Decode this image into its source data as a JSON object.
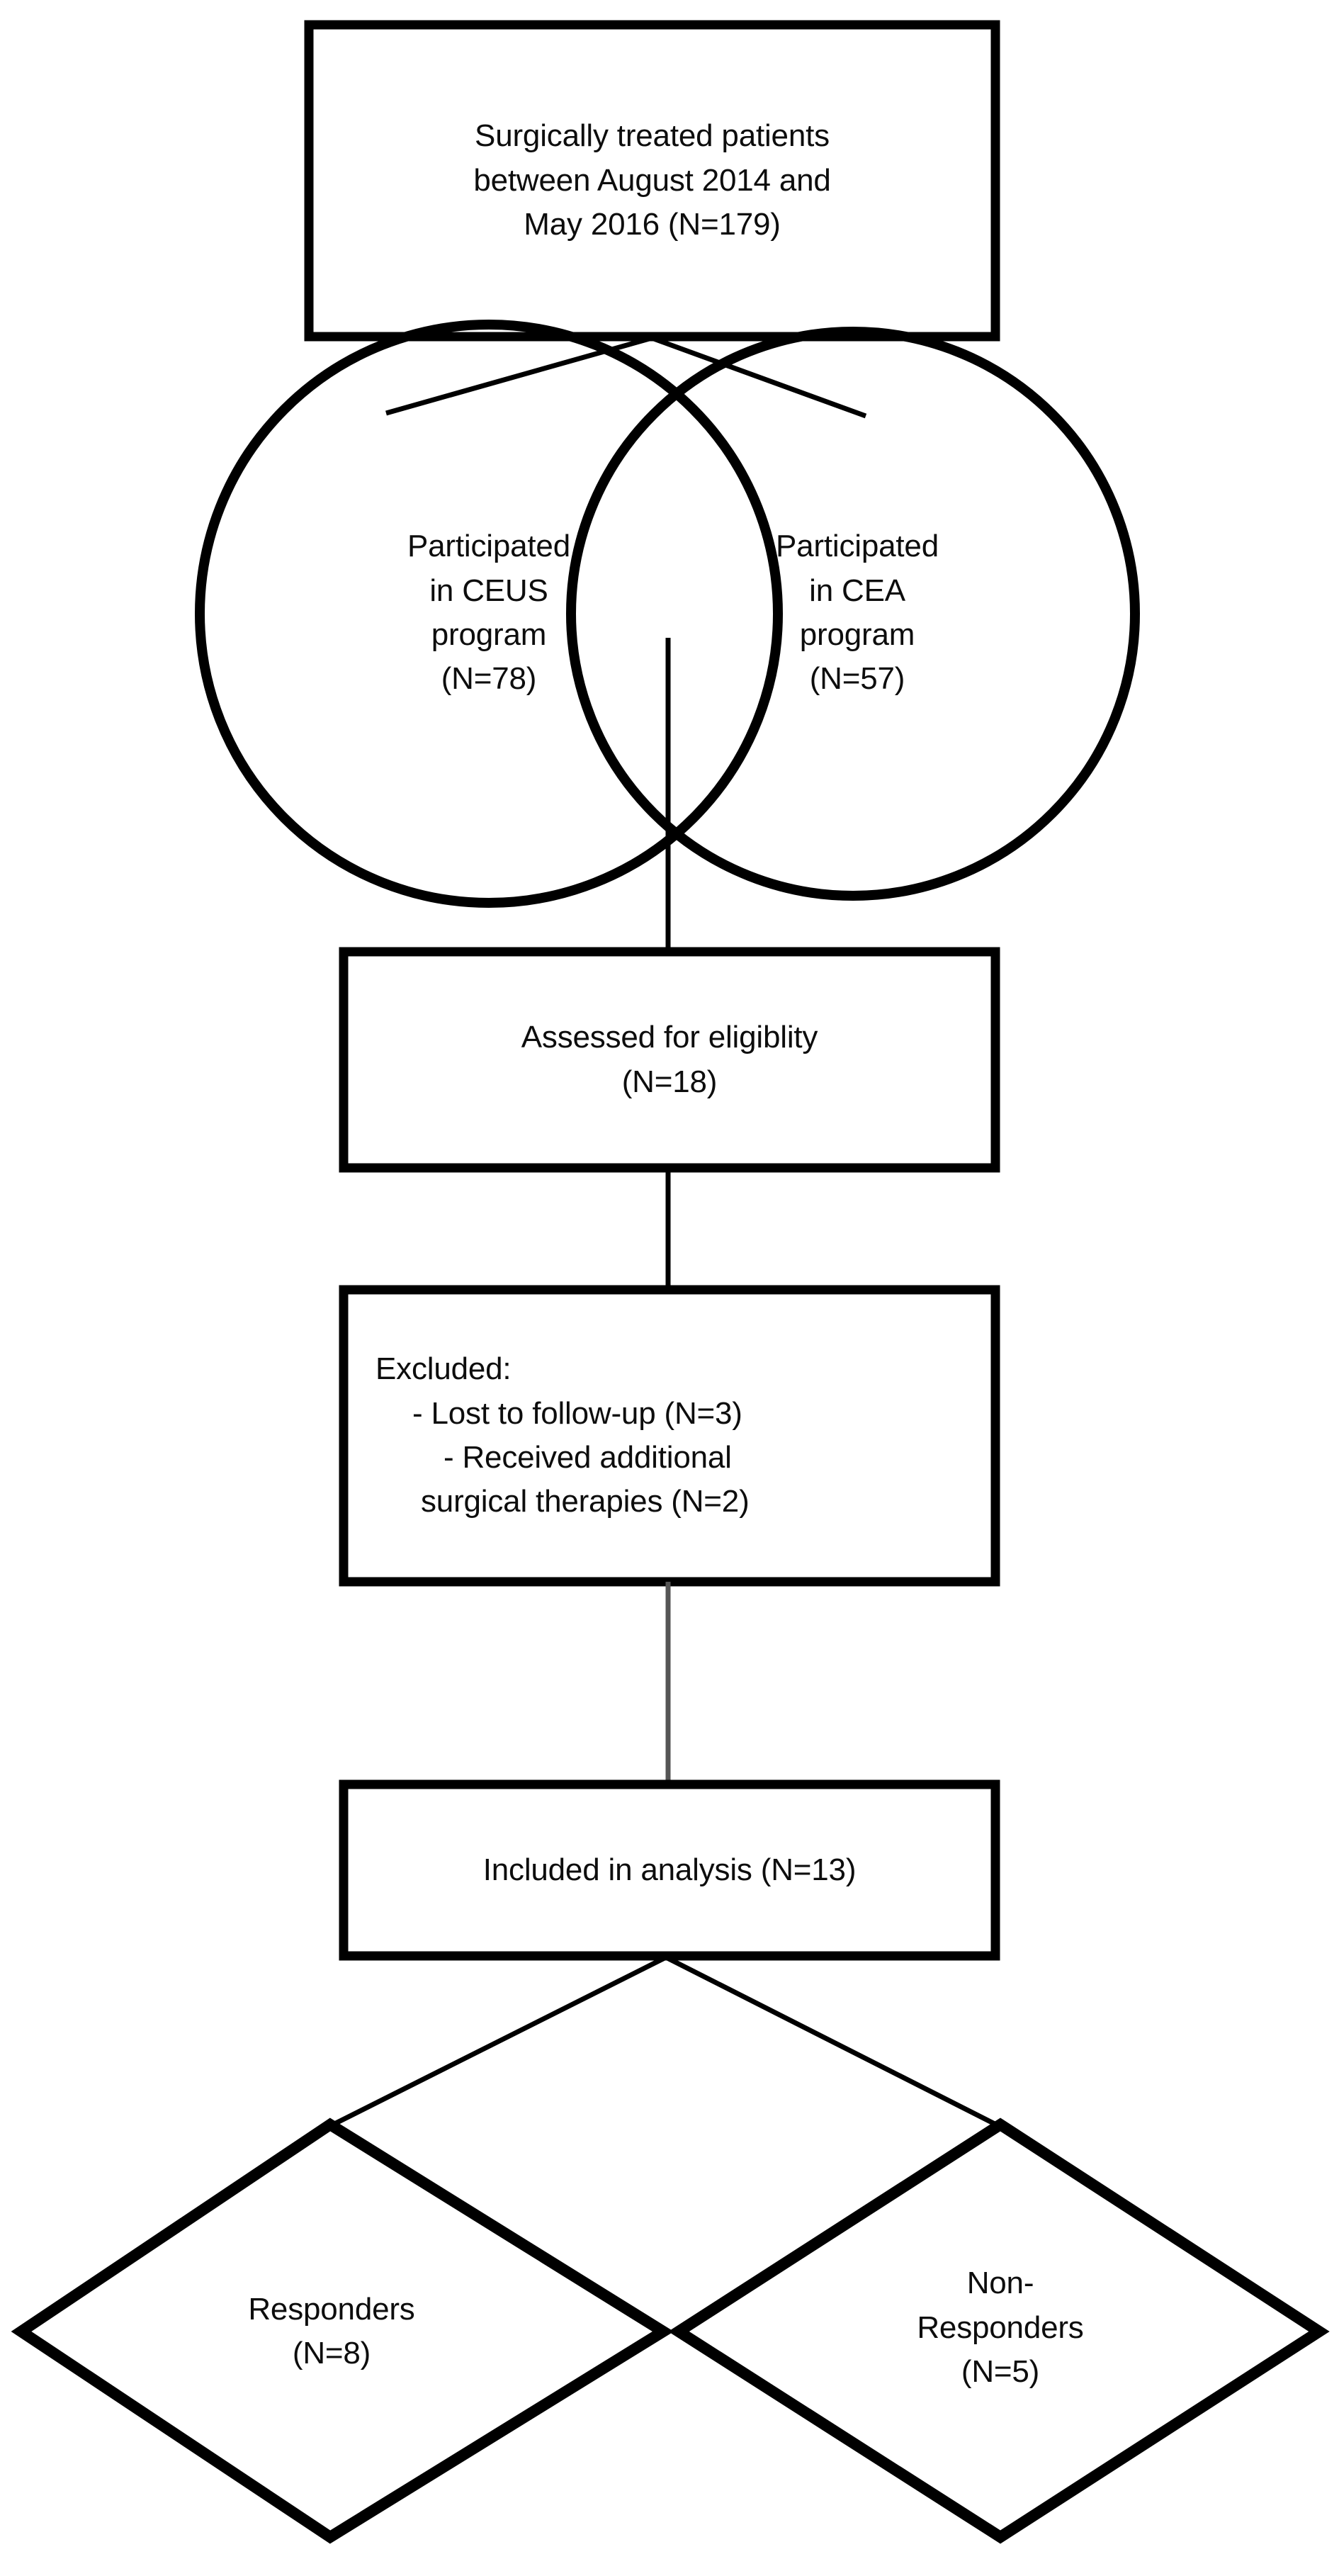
{
  "diagram": {
    "title": "Patient selection flowchart",
    "type": "flowchart",
    "colors": {
      "stroke": "#000000",
      "fill": "#ffffff",
      "text": "#0d0d0d"
    },
    "nodes": {
      "source_box": {
        "shape": "rectangle",
        "line_1": "Surgically treated patients",
        "line_2": "between August 2014 and",
        "line_3": "May 2016 (N=179)",
        "n": 179
      },
      "ceus_circle": {
        "shape": "circle",
        "line_1": "Participated",
        "line_2": "in CEUS",
        "line_3": "program",
        "line_4": "(N=78)",
        "n": 78
      },
      "cea_circle": {
        "shape": "circle",
        "line_1": "Participated",
        "line_2": "in CEA",
        "line_3": "program",
        "line_4": "(N=57)",
        "n": 57
      },
      "eligibility_box": {
        "shape": "rectangle",
        "line_1": "Assessed for eligiblity",
        "line_2": "(N=18)",
        "n": 18
      },
      "excluded_box": {
        "shape": "rectangle",
        "line_1": "Excluded:",
        "line_2": "- Lost to follow-up (N=3)",
        "line_3": "- Received additional",
        "line_4": "surgical therapies (N=2)",
        "lost_to_followup_n": 3,
        "additional_surgery_n": 2
      },
      "included_box": {
        "shape": "rectangle",
        "line_1": "Included in analysis (N=13)",
        "n": 13
      },
      "responders_diamond": {
        "shape": "diamond",
        "line_1": "Responders",
        "line_2": "(N=8)",
        "n": 8
      },
      "nonresponders_diamond": {
        "shape": "diamond",
        "line_1": "Non-",
        "line_2": "Responders",
        "line_3": "(N=5)",
        "n": 5
      }
    }
  }
}
